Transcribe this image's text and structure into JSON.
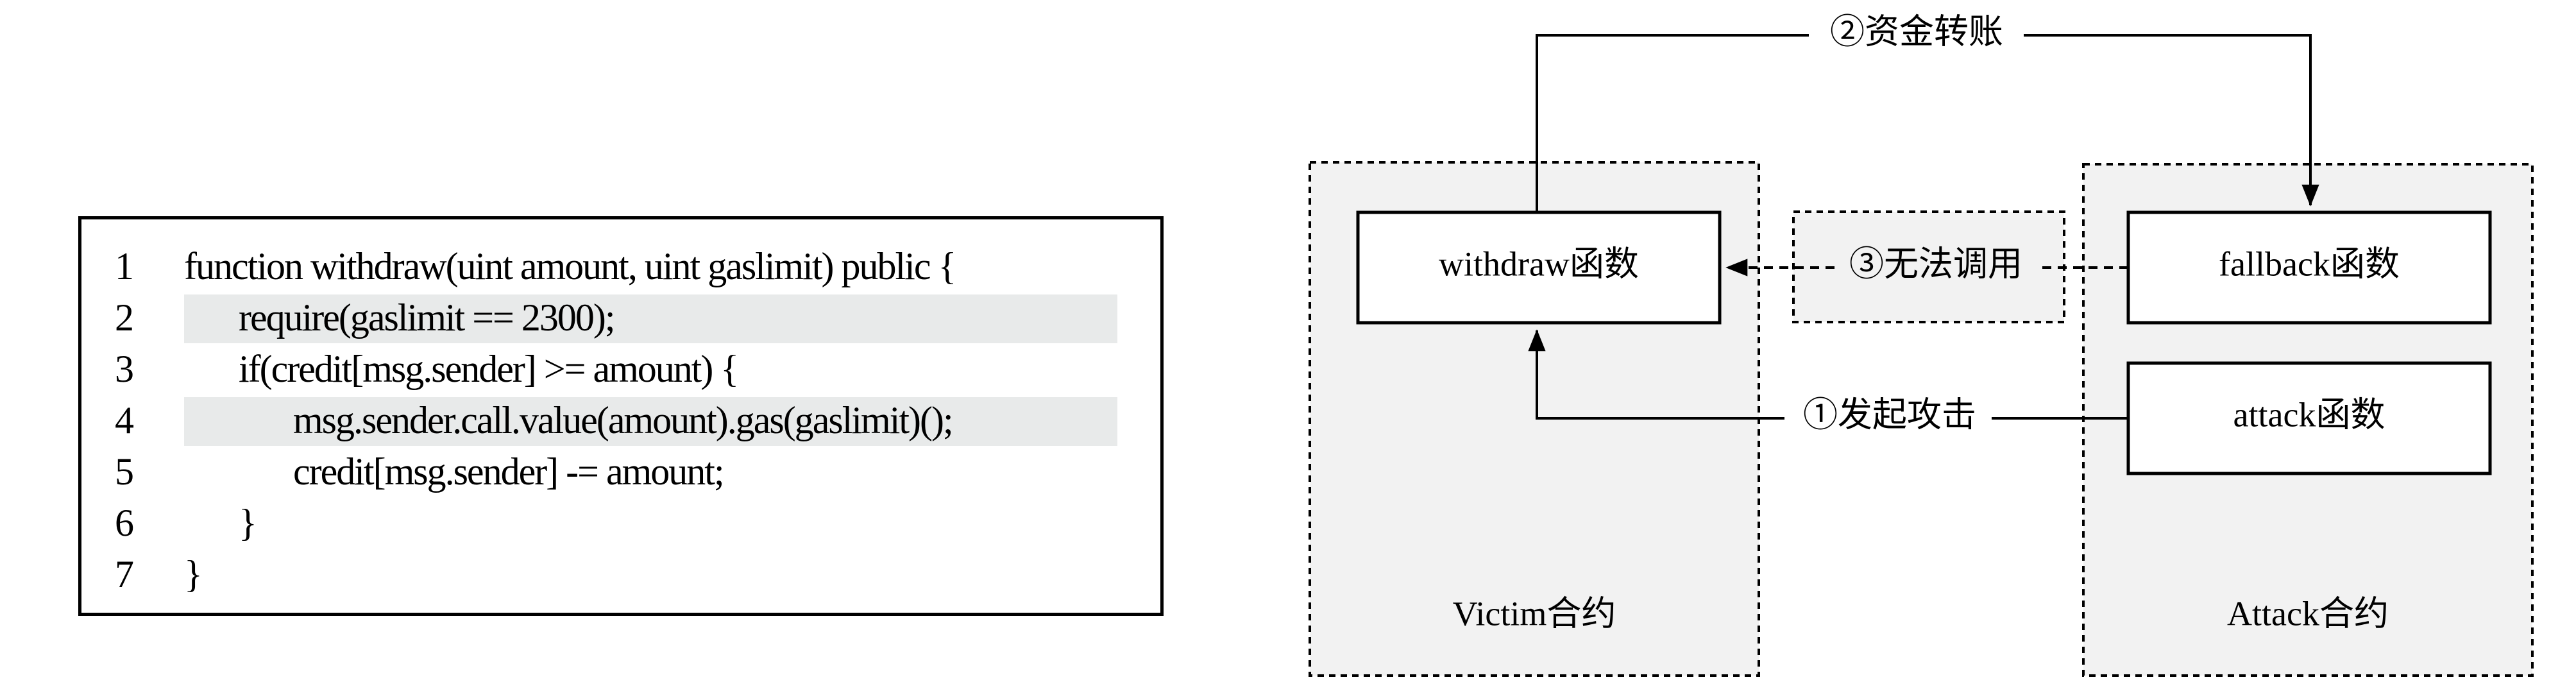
{
  "code": {
    "lines": [
      {
        "number": "1",
        "text": "function withdraw(uint amount, uint gaslimit) public {",
        "indent": 0,
        "highlighted": false
      },
      {
        "number": "2",
        "text": "require(gaslimit == 2300);",
        "indent": 1,
        "highlighted": true
      },
      {
        "number": "3",
        "text": "if(credit[msg.sender] >= amount) {",
        "indent": 1,
        "highlighted": false
      },
      {
        "number": "4",
        "text": "msg.sender.call.value(amount).gas(gaslimit)();",
        "indent": 2,
        "highlighted": true
      },
      {
        "number": "5",
        "text": "credit[msg.sender] -= amount;",
        "indent": 2,
        "highlighted": false
      },
      {
        "number": "6",
        "text": "}",
        "indent": 1,
        "highlighted": false
      },
      {
        "number": "7",
        "text": "}",
        "indent": 0,
        "highlighted": false
      }
    ]
  },
  "diagram": {
    "victim_contract_label": "Victim合约",
    "attack_contract_label": "Attack合约",
    "withdraw_box_label": "withdraw函数",
    "fallback_box_label": "fallback函数",
    "attack_box_label": "attack函数",
    "arrow_transfer_label": "②资金转账",
    "arrow_cannot_call_label": "③无法调用",
    "arrow_launch_attack_label": "①发起攻击"
  },
  "colors": {
    "highlight": "#e8eaea",
    "container_fill": "#f2f2f2",
    "stroke": "#000000"
  }
}
